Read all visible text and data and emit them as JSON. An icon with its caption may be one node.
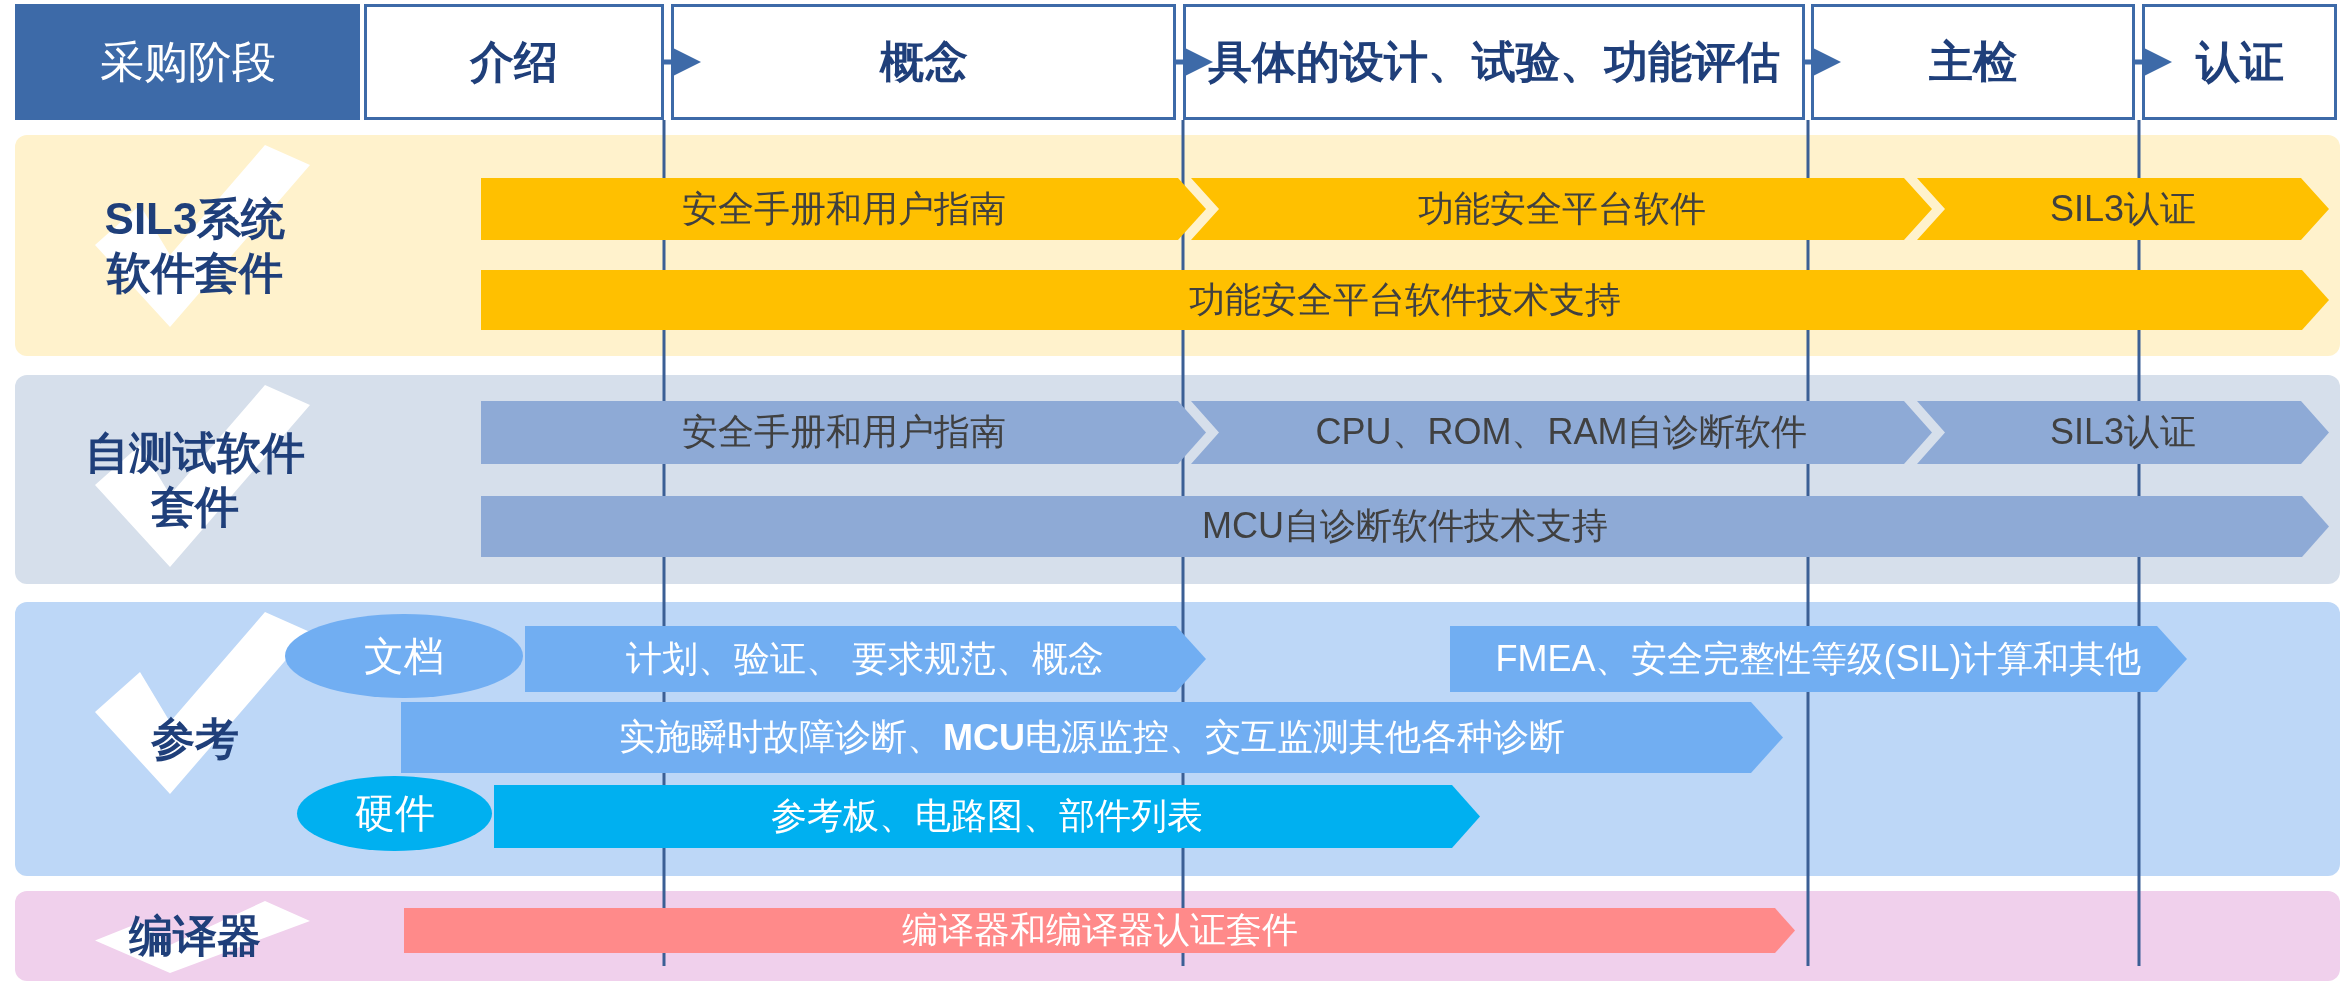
{
  "diagram": {
    "nodes": [
      {
        "text": [
          "采购阶段"
        ]
      },
      {
        "text": [
          "介绍"
        ]
      },
      {
        "text": [
          "概念"
        ]
      },
      {
        "text": [
          "具体的设计、试验、功能评估"
        ]
      },
      {
        "text": [
          "主检"
        ]
      },
      {
        "text": [
          "认证"
        ]
      },
      {
        "text": [
          "SIL3系统软件套件"
        ]
      },
      {
        "text": [
          "安全手册和用户指南"
        ],
        "in": 6
      },
      {
        "text": [
          "功能安全平台软件"
        ],
        "in": 6
      },
      {
        "text": [
          "SIL3认证"
        ],
        "in": 6
      },
      {
        "text": [
          "功能安全平台软件技术支持"
        ],
        "in": 6
      },
      {
        "text": [
          "自测试软件套件"
        ]
      },
      {
        "text": [
          "安全手册和用户指南"
        ],
        "in": 11
      },
      {
        "text": [
          "CPU、ROM、RAM自诊断软件"
        ],
        "in": 11
      },
      {
        "text": [
          "SIL3认证"
        ],
        "in": 11
      },
      {
        "text": [
          "MCU自诊断软件技术支持"
        ],
        "in": 11
      },
      {
        "text": [
          "参考"
        ]
      },
      {
        "text": [
          "文档"
        ],
        "in": 16
      },
      {
        "text": [
          "计划、验证、 要求规范、概念"
        ],
        "in": 16
      },
      {
        "text": [
          "FMEA、安全完整性等级(SIL)计算和其他"
        ],
        "in": 16
      },
      {
        "text": [
          "实施瞬时故障诊断、**MCU**电源监控、交互监测其他各种诊断"
        ],
        "in": 16
      },
      {
        "text": [
          "硬件"
        ],
        "in": 16
      },
      {
        "text": [
          "参考板、电路图、部件列表"
        ],
        "in": 16
      },
      {
        "text": [
          "编译器"
        ]
      },
      {
        "text": [
          "编译器和编译器认证套件"
        ],
        "in": 23
      }
    ],
    "edges": [
      {
        "from": 1,
        "to": 2,
        "arrow": "to"
      },
      {
        "from": 2,
        "to": 3,
        "arrow": "to"
      },
      {
        "from": 3,
        "to": 4,
        "arrow": "to"
      },
      {
        "from": 4,
        "to": 5,
        "arrow": "to"
      }
    ]
  }
}
